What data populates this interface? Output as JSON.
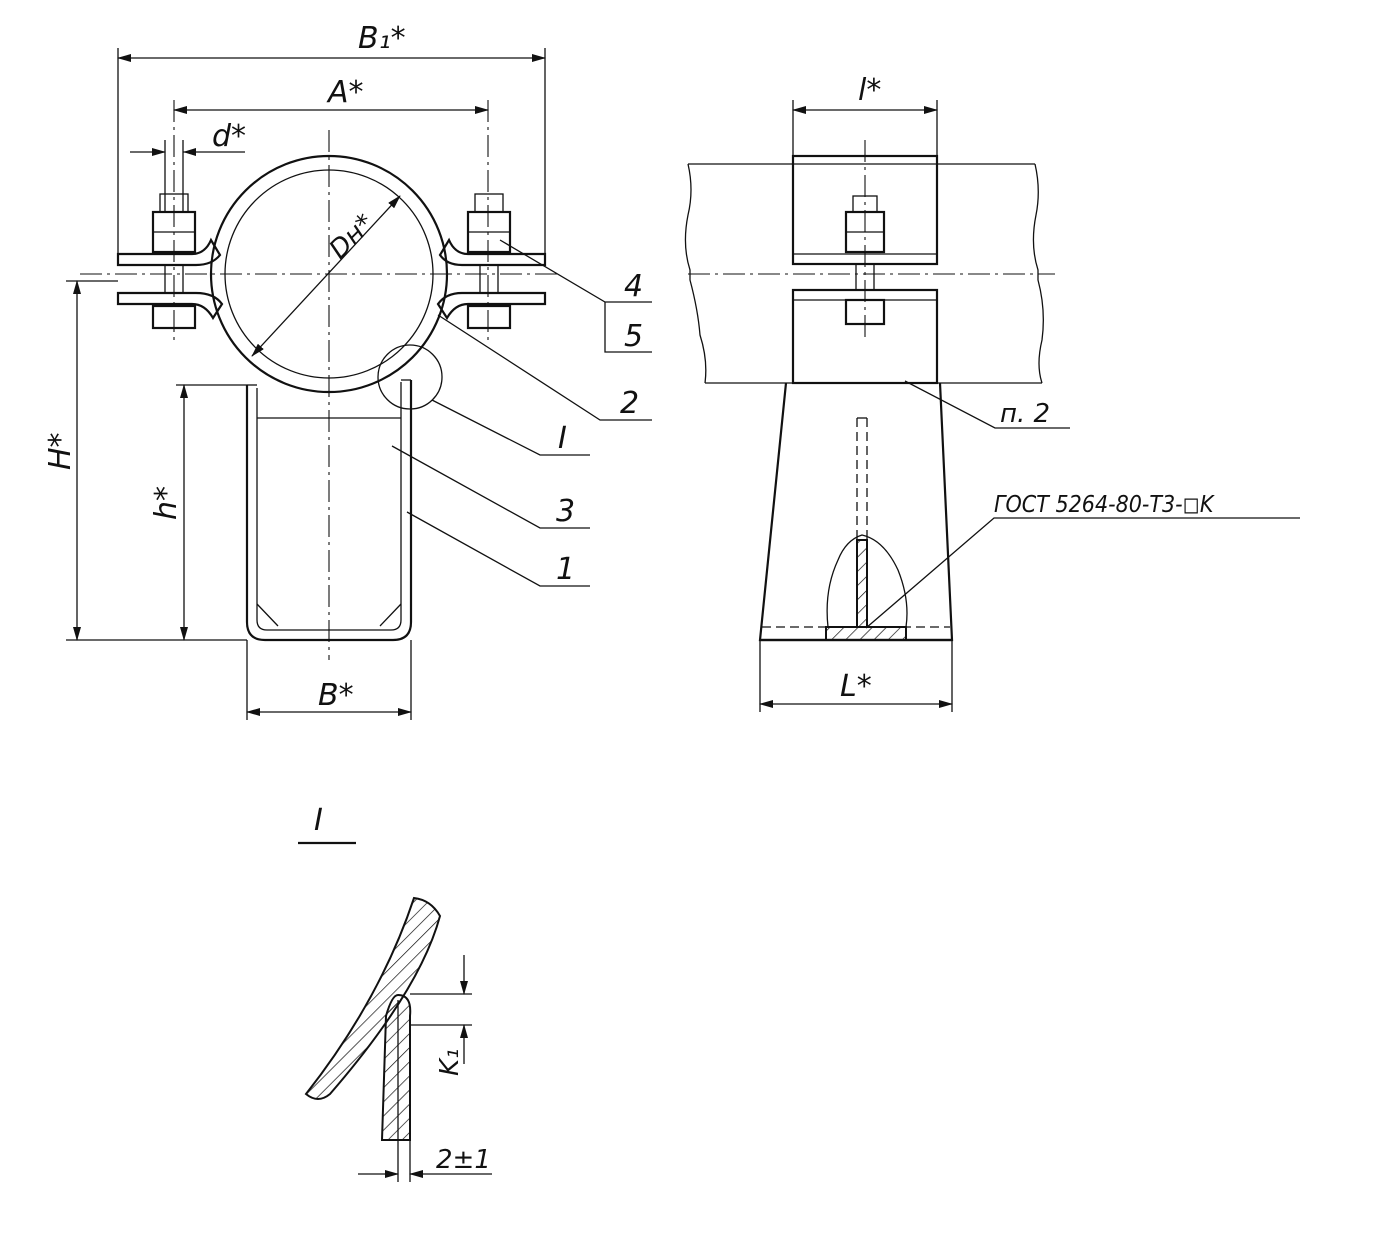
{
  "dimensions": {
    "b1": "B₁*",
    "a": "A*",
    "d": "d*",
    "dn": "Dн*",
    "big_h": "H*",
    "small_h": "h*",
    "b": "B*",
    "l_small": "l*",
    "l_big": "L*",
    "k1": "K₁",
    "gap": "2±1"
  },
  "callouts": {
    "part1": "1",
    "part2": "2",
    "part3": "3",
    "part4": "4",
    "part5": "5",
    "detail_ref": "I",
    "note_ref": "п. 2"
  },
  "weld_symbol": "ГОСТ 5264-80-Т3-◻K",
  "detail_title": "I"
}
